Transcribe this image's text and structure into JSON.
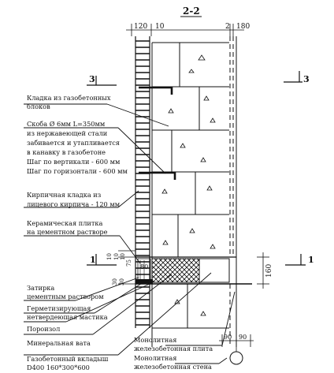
{
  "title": "2-2",
  "dimensions": {
    "top": [
      "120",
      "10",
      "2",
      "180"
    ],
    "left_stack": [
      "10",
      "10",
      "10",
      "75",
      "30",
      "30"
    ],
    "plate_left": "80",
    "right_vertical": "160",
    "bottom": [
      "90",
      "90"
    ]
  },
  "section_marks": {
    "left_top": "3",
    "right_top": "3",
    "left_bottom": "1",
    "right_bottom": "1"
  },
  "callouts": [
    {
      "lines": [
        "Кладка из газобетонных",
        "блоков"
      ]
    },
    {
      "lines": [
        "Скоба Ø 6мм L=350мм",
        "из нержавеющей стали",
        "забивается и утапливается",
        "в канавку в газобетоне",
        "Шаг по вертикали - 600 мм",
        "Шаг по горизонтали - 600 мм"
      ]
    },
    {
      "lines": [
        "Кирпичная кладка из",
        "лицевого кирпича - 120 мм"
      ]
    },
    {
      "lines": [
        "Керамическая плитка",
        "на цементном растворе"
      ]
    },
    {
      "lines": [
        "Затирка",
        "цементным раствором"
      ]
    },
    {
      "lines": [
        "Герметизирующая",
        "нетвердеющая мастика"
      ]
    },
    {
      "lines": [
        "Пороизол"
      ]
    },
    {
      "lines": [
        "Минеральная вата"
      ]
    },
    {
      "lines": [
        "Газобетонный вкладыш",
        "D400 160*300*600"
      ]
    }
  ],
  "right_labels": [
    {
      "lines": [
        "Монолитная",
        "железобетонная плита"
      ]
    },
    {
      "lines": [
        "Монолитная",
        "железобетонная стена"
      ]
    }
  ]
}
